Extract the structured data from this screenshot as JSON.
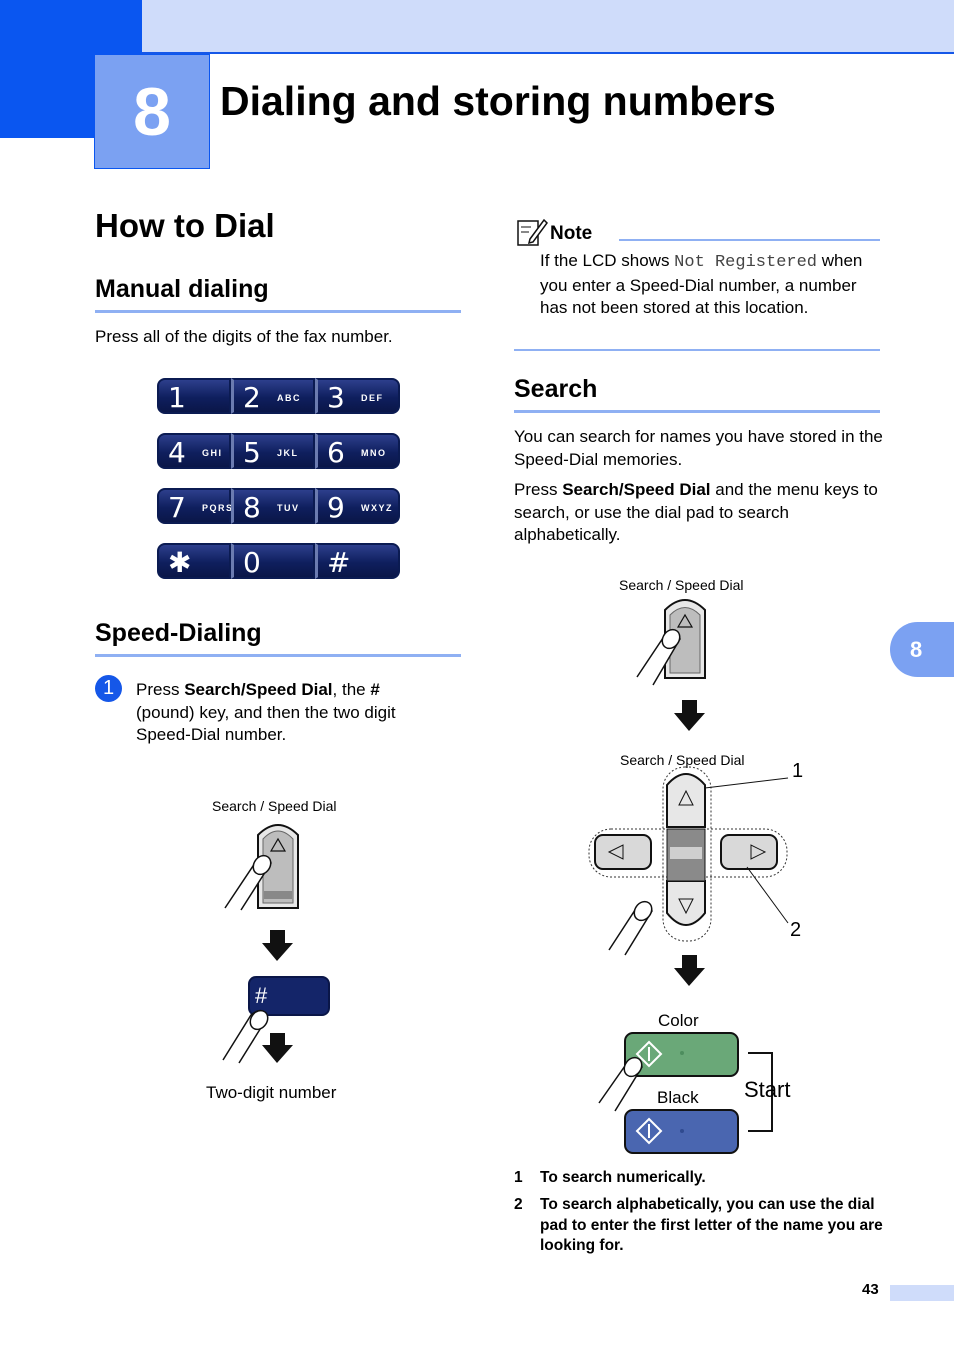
{
  "chapter": {
    "number": "8",
    "title": "Dialing and storing numbers"
  },
  "how_to_dial": {
    "title": "How to Dial",
    "manual": {
      "heading": "Manual dialing",
      "text": "Press all of the digits of the fax number.",
      "keypad": [
        [
          {
            "digit": "1",
            "letters": ""
          },
          {
            "digit": "2",
            "letters": "ABC"
          },
          {
            "digit": "3",
            "letters": "DEF"
          }
        ],
        [
          {
            "digit": "4",
            "letters": "GHI"
          },
          {
            "digit": "5",
            "letters": "JKL"
          },
          {
            "digit": "6",
            "letters": "MNO"
          }
        ],
        [
          {
            "digit": "7",
            "letters": "PQRS"
          },
          {
            "digit": "8",
            "letters": "TUV"
          },
          {
            "digit": "9",
            "letters": "WXYZ"
          }
        ],
        [
          {
            "digit": "✱",
            "letters": ""
          },
          {
            "digit": "0",
            "letters": ""
          },
          {
            "digit": "#",
            "letters": ""
          }
        ]
      ]
    },
    "speed": {
      "heading": "Speed-Dialing",
      "step_number": "1",
      "step_pre": "Press ",
      "step_bold1": "Search/Speed Dial",
      "step_mid": ", the ",
      "step_bold2": "#",
      "step_post": " (pound) key, and then the two digit Speed-Dial number.",
      "diagram_label": "Search / Speed Dial",
      "hash_key": "#",
      "caption": "Two-digit number"
    }
  },
  "note": {
    "title": "Note",
    "pre": "If the LCD shows ",
    "lcd": "Not Registered",
    "post": " when you enter a Speed-Dial number, a number has not been stored at this location."
  },
  "search": {
    "heading": "Search",
    "para1": "You can search for names you have stored in the Speed-Dial memories.",
    "para2_pre": "Press ",
    "para2_bold": "Search/Speed Dial",
    "para2_post": " and the menu keys to search, or use the dial pad to search alphabetically.",
    "diagram_label_top": "Search / Speed Dial",
    "diagram_label_mid": "Search / Speed Dial",
    "callout1": "1",
    "callout2": "2",
    "color_label": "Color",
    "black_label": "Black",
    "start_label": "Start",
    "footnotes": [
      {
        "n": "1",
        "text": "To search numerically."
      },
      {
        "n": "2",
        "text": "To search alphabetically, you can use the dial pad to enter the first letter of the name you are looking for."
      }
    ]
  },
  "side_tab": "8",
  "page_number": "43",
  "colors": {
    "brand_blue": "#0a56f0",
    "light_blue": "#cfdcfa",
    "rule_blue": "#8fb0f3",
    "key_navy": "#0f1f5e",
    "color_key": "#6aa878",
    "black_key": "#4a66b0"
  }
}
